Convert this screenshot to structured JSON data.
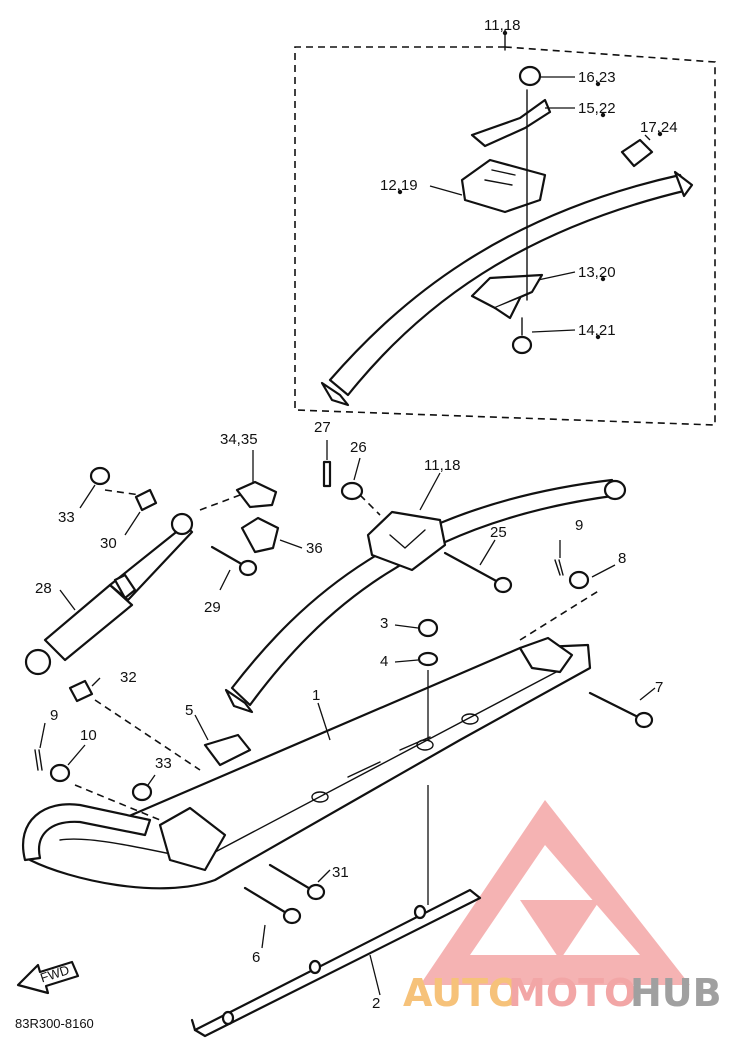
{
  "diagram": {
    "callouts": [
      {
        "id": "c-11-18-top",
        "text": "11,18"
      },
      {
        "id": "c-16-23",
        "text": "16,23"
      },
      {
        "id": "c-15-22",
        "text": "15,22"
      },
      {
        "id": "c-17-24",
        "text": "17,24"
      },
      {
        "id": "c-12-19",
        "text": "12,19"
      },
      {
        "id": "c-13-20",
        "text": "13,20"
      },
      {
        "id": "c-14-21",
        "text": "14,21"
      },
      {
        "id": "c-34-35",
        "text": "34,35"
      },
      {
        "id": "c-27",
        "text": "27"
      },
      {
        "id": "c-26",
        "text": "26"
      },
      {
        "id": "c-11-18",
        "text": "11,18"
      },
      {
        "id": "c-33a",
        "text": "33"
      },
      {
        "id": "c-30",
        "text": "30"
      },
      {
        "id": "c-36",
        "text": "36"
      },
      {
        "id": "c-25",
        "text": "25"
      },
      {
        "id": "c-9a",
        "text": "9"
      },
      {
        "id": "c-8",
        "text": "8"
      },
      {
        "id": "c-28",
        "text": "28"
      },
      {
        "id": "c-29",
        "text": "29"
      },
      {
        "id": "c-3",
        "text": "3"
      },
      {
        "id": "c-4",
        "text": "4"
      },
      {
        "id": "c-32",
        "text": "32"
      },
      {
        "id": "c-7",
        "text": "7"
      },
      {
        "id": "c-5",
        "text": "5"
      },
      {
        "id": "c-1",
        "text": "1"
      },
      {
        "id": "c-9b",
        "text": "9"
      },
      {
        "id": "c-10",
        "text": "10"
      },
      {
        "id": "c-33b",
        "text": "33"
      },
      {
        "id": "c-31",
        "text": "31"
      },
      {
        "id": "c-6",
        "text": "6"
      },
      {
        "id": "c-2",
        "text": "2"
      }
    ],
    "fwd_label": "FWD",
    "diagram_code": "83R300-8160"
  },
  "watermark": {
    "text_part1": "AUTO",
    "text_part2": "MOTO",
    "text_part3": "HUB",
    "color_part1": "#f6c27a",
    "color_part2": "#f2a6a6",
    "color_part3": "#a0a0a0",
    "logo_color": "#f29a9a"
  }
}
